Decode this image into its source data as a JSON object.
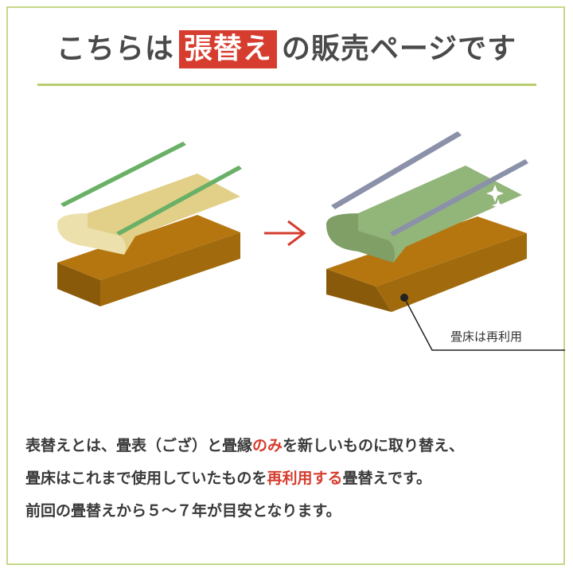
{
  "title": {
    "prefix": "こちらは",
    "highlight": "張替え",
    "suffix": "の販売ページです"
  },
  "colors": {
    "accent_red": "#d63d2e",
    "frame_green": "#c4d88a",
    "rule_green": "#b7cc6e",
    "text_dark": "#3a3a3a"
  },
  "illustration": {
    "before_label": "",
    "arrow_icon": "right-arrow",
    "callout_label": "畳床は再利用"
  },
  "description": {
    "line1": {
      "part1": "表替えとは、畳表（ござ）と畳縁",
      "emphasis": "のみ",
      "part2": "を新しいものに取り替え、"
    },
    "line2": {
      "part1": "畳床はこれまで使用していたものを",
      "emphasis": "再利用する",
      "part2": "畳替えです。"
    },
    "line3": {
      "text": "前回の畳替えから５～７年が目安となります。"
    }
  }
}
